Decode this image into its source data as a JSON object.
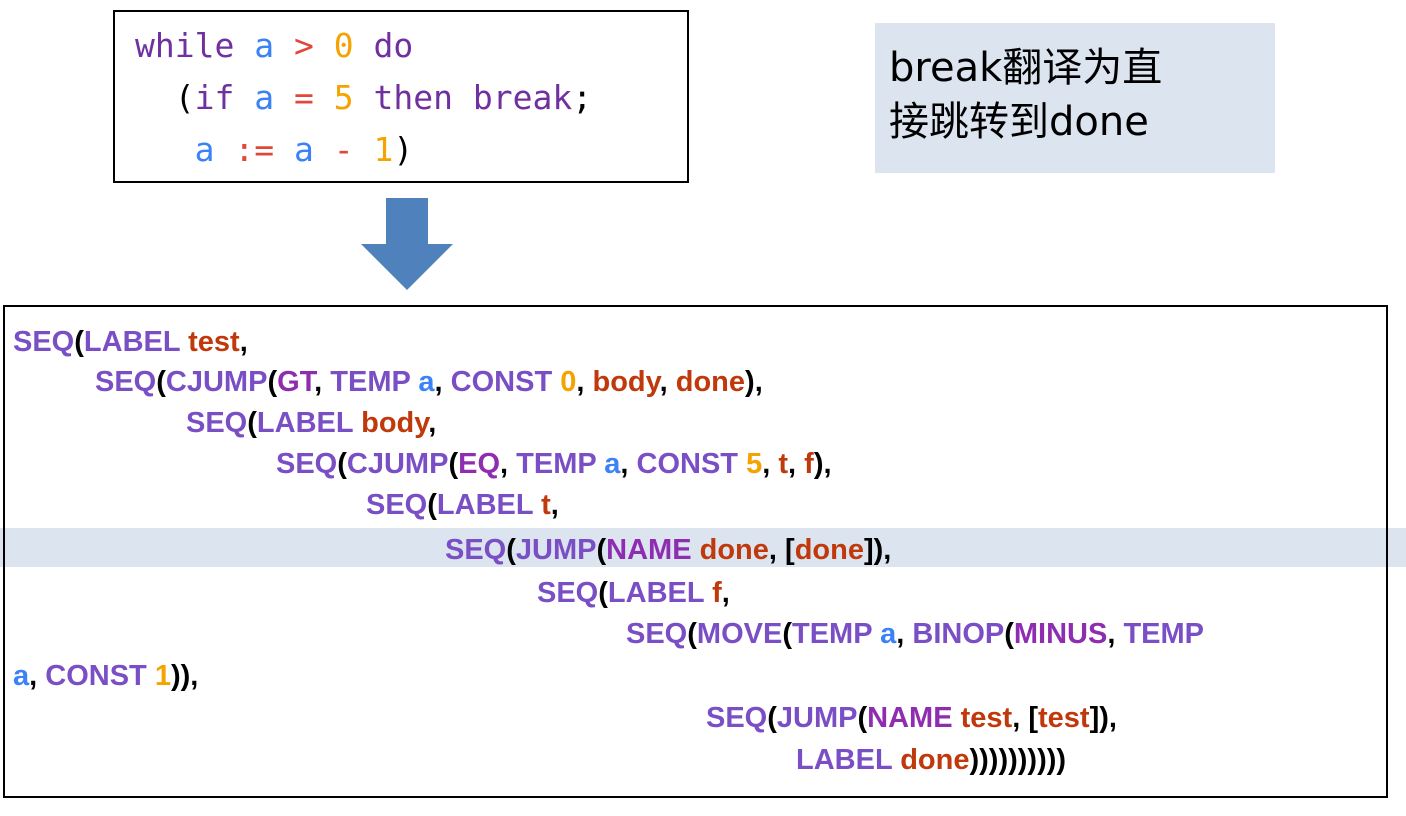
{
  "colors": {
    "keyword": "#7030a0",
    "variable": "#3b82f6",
    "number": "#f4a300",
    "operator": "#e0483b",
    "ir_constructor": "#7a4fc5",
    "ir_operator": "#8e2db0",
    "ir_label": "#c0390c",
    "punct": "#000000",
    "note_bg": "#dbe4ef",
    "arrow": "#4f81bd"
  },
  "source_code": [
    [
      [
        "while",
        "keyword"
      ],
      [
        " ",
        "punct"
      ],
      [
        "a",
        "variable"
      ],
      [
        " ",
        "punct"
      ],
      [
        ">",
        "operator"
      ],
      [
        " ",
        "punct"
      ],
      [
        "0",
        "number"
      ],
      [
        " ",
        "punct"
      ],
      [
        "do",
        "keyword"
      ]
    ],
    [
      [
        "  (",
        "punct"
      ],
      [
        "if",
        "keyword"
      ],
      [
        " ",
        "punct"
      ],
      [
        "a",
        "variable"
      ],
      [
        " ",
        "punct"
      ],
      [
        "=",
        "operator"
      ],
      [
        " ",
        "punct"
      ],
      [
        "5",
        "number"
      ],
      [
        " ",
        "punct"
      ],
      [
        "then",
        "keyword"
      ],
      [
        " ",
        "punct"
      ],
      [
        "break",
        "keyword"
      ],
      [
        ";",
        "punct"
      ]
    ],
    [
      [
        "   ",
        "punct"
      ],
      [
        "a",
        "variable"
      ],
      [
        " ",
        "punct"
      ],
      [
        ":=",
        "operator"
      ],
      [
        " ",
        "punct"
      ],
      [
        "a",
        "variable"
      ],
      [
        " ",
        "punct"
      ],
      [
        "-",
        "operator"
      ],
      [
        " ",
        "punct"
      ],
      [
        "1",
        "number"
      ],
      [
        ")",
        "punct"
      ]
    ]
  ],
  "note": {
    "line1": "break翻译为直",
    "line2": "接跳转到done"
  },
  "ir_code": [
    [
      [
        "SEQ",
        "ir_constructor"
      ],
      [
        "(",
        "punct"
      ],
      [
        "LABEL",
        "ir_constructor"
      ],
      [
        " ",
        "punct"
      ],
      [
        "test",
        "ir_label"
      ],
      [
        ",",
        "punct"
      ]
    ],
    [
      [
        "SEQ",
        "ir_constructor"
      ],
      [
        "(",
        "punct"
      ],
      [
        "CJUMP",
        "ir_constructor"
      ],
      [
        "(",
        "punct"
      ],
      [
        "GT",
        "ir_operator"
      ],
      [
        ", ",
        "punct"
      ],
      [
        "TEMP",
        "ir_constructor"
      ],
      [
        " ",
        "punct"
      ],
      [
        "a",
        "variable"
      ],
      [
        ", ",
        "punct"
      ],
      [
        "CONST",
        "ir_constructor"
      ],
      [
        " ",
        "punct"
      ],
      [
        "0",
        "number"
      ],
      [
        ", ",
        "punct"
      ],
      [
        "body",
        "ir_label"
      ],
      [
        ", ",
        "punct"
      ],
      [
        "done",
        "ir_label"
      ],
      [
        "),",
        "punct"
      ]
    ],
    [
      [
        "SEQ",
        "ir_constructor"
      ],
      [
        "(",
        "punct"
      ],
      [
        "LABEL",
        "ir_constructor"
      ],
      [
        " ",
        "punct"
      ],
      [
        "body",
        "ir_label"
      ],
      [
        ",",
        "punct"
      ]
    ],
    [
      [
        "SEQ",
        "ir_constructor"
      ],
      [
        "(",
        "punct"
      ],
      [
        "CJUMP",
        "ir_constructor"
      ],
      [
        "(",
        "punct"
      ],
      [
        "EQ",
        "ir_operator"
      ],
      [
        ", ",
        "punct"
      ],
      [
        "TEMP",
        "ir_constructor"
      ],
      [
        " ",
        "punct"
      ],
      [
        "a",
        "variable"
      ],
      [
        ", ",
        "punct"
      ],
      [
        "CONST",
        "ir_constructor"
      ],
      [
        " ",
        "punct"
      ],
      [
        "5",
        "number"
      ],
      [
        ", ",
        "punct"
      ],
      [
        "t",
        "ir_label"
      ],
      [
        ", ",
        "punct"
      ],
      [
        "f",
        "ir_label"
      ],
      [
        "),",
        "punct"
      ]
    ],
    [
      [
        "SEQ",
        "ir_constructor"
      ],
      [
        "(",
        "punct"
      ],
      [
        "LABEL",
        "ir_constructor"
      ],
      [
        " ",
        "punct"
      ],
      [
        "t",
        "ir_label"
      ],
      [
        ",",
        "punct"
      ]
    ],
    [
      [
        "SEQ",
        "ir_constructor"
      ],
      [
        "(",
        "punct"
      ],
      [
        "JUMP",
        "ir_constructor"
      ],
      [
        "(",
        "punct"
      ],
      [
        "NAME",
        "ir_operator"
      ],
      [
        " ",
        "punct"
      ],
      [
        "done",
        "ir_label"
      ],
      [
        ", [",
        "punct"
      ],
      [
        "done",
        "ir_label"
      ],
      [
        "]),",
        "punct"
      ]
    ],
    [
      [
        "SEQ",
        "ir_constructor"
      ],
      [
        "(",
        "punct"
      ],
      [
        "LABEL",
        "ir_constructor"
      ],
      [
        " ",
        "punct"
      ],
      [
        "f",
        "ir_label"
      ],
      [
        ",",
        "punct"
      ]
    ],
    [
      [
        "SEQ",
        "ir_constructor"
      ],
      [
        "(",
        "punct"
      ],
      [
        "MOVE",
        "ir_constructor"
      ],
      [
        "(",
        "punct"
      ],
      [
        "TEMP",
        "ir_constructor"
      ],
      [
        " ",
        "punct"
      ],
      [
        "a",
        "variable"
      ],
      [
        ", ",
        "punct"
      ],
      [
        "BINOP",
        "ir_constructor"
      ],
      [
        "(",
        "punct"
      ],
      [
        "MINUS",
        "ir_operator"
      ],
      [
        ", ",
        "punct"
      ],
      [
        "TEMP",
        "ir_constructor"
      ]
    ],
    [
      [
        "a",
        "variable"
      ],
      [
        ", ",
        "punct"
      ],
      [
        "CONST",
        "ir_constructor"
      ],
      [
        " ",
        "punct"
      ],
      [
        "1",
        "number"
      ],
      [
        ")),",
        "punct"
      ]
    ],
    [
      [
        "SEQ",
        "ir_constructor"
      ],
      [
        "(",
        "punct"
      ],
      [
        "JUMP",
        "ir_constructor"
      ],
      [
        "(",
        "punct"
      ],
      [
        "NAME",
        "ir_operator"
      ],
      [
        " ",
        "punct"
      ],
      [
        "test",
        "ir_label"
      ],
      [
        ", [",
        "punct"
      ],
      [
        "test",
        "ir_label"
      ],
      [
        "]),",
        "punct"
      ]
    ],
    [
      [
        "LABEL",
        "ir_constructor"
      ],
      [
        " ",
        "punct"
      ],
      [
        "done",
        "ir_label"
      ],
      [
        "))))))))))",
        "punct"
      ]
    ]
  ]
}
